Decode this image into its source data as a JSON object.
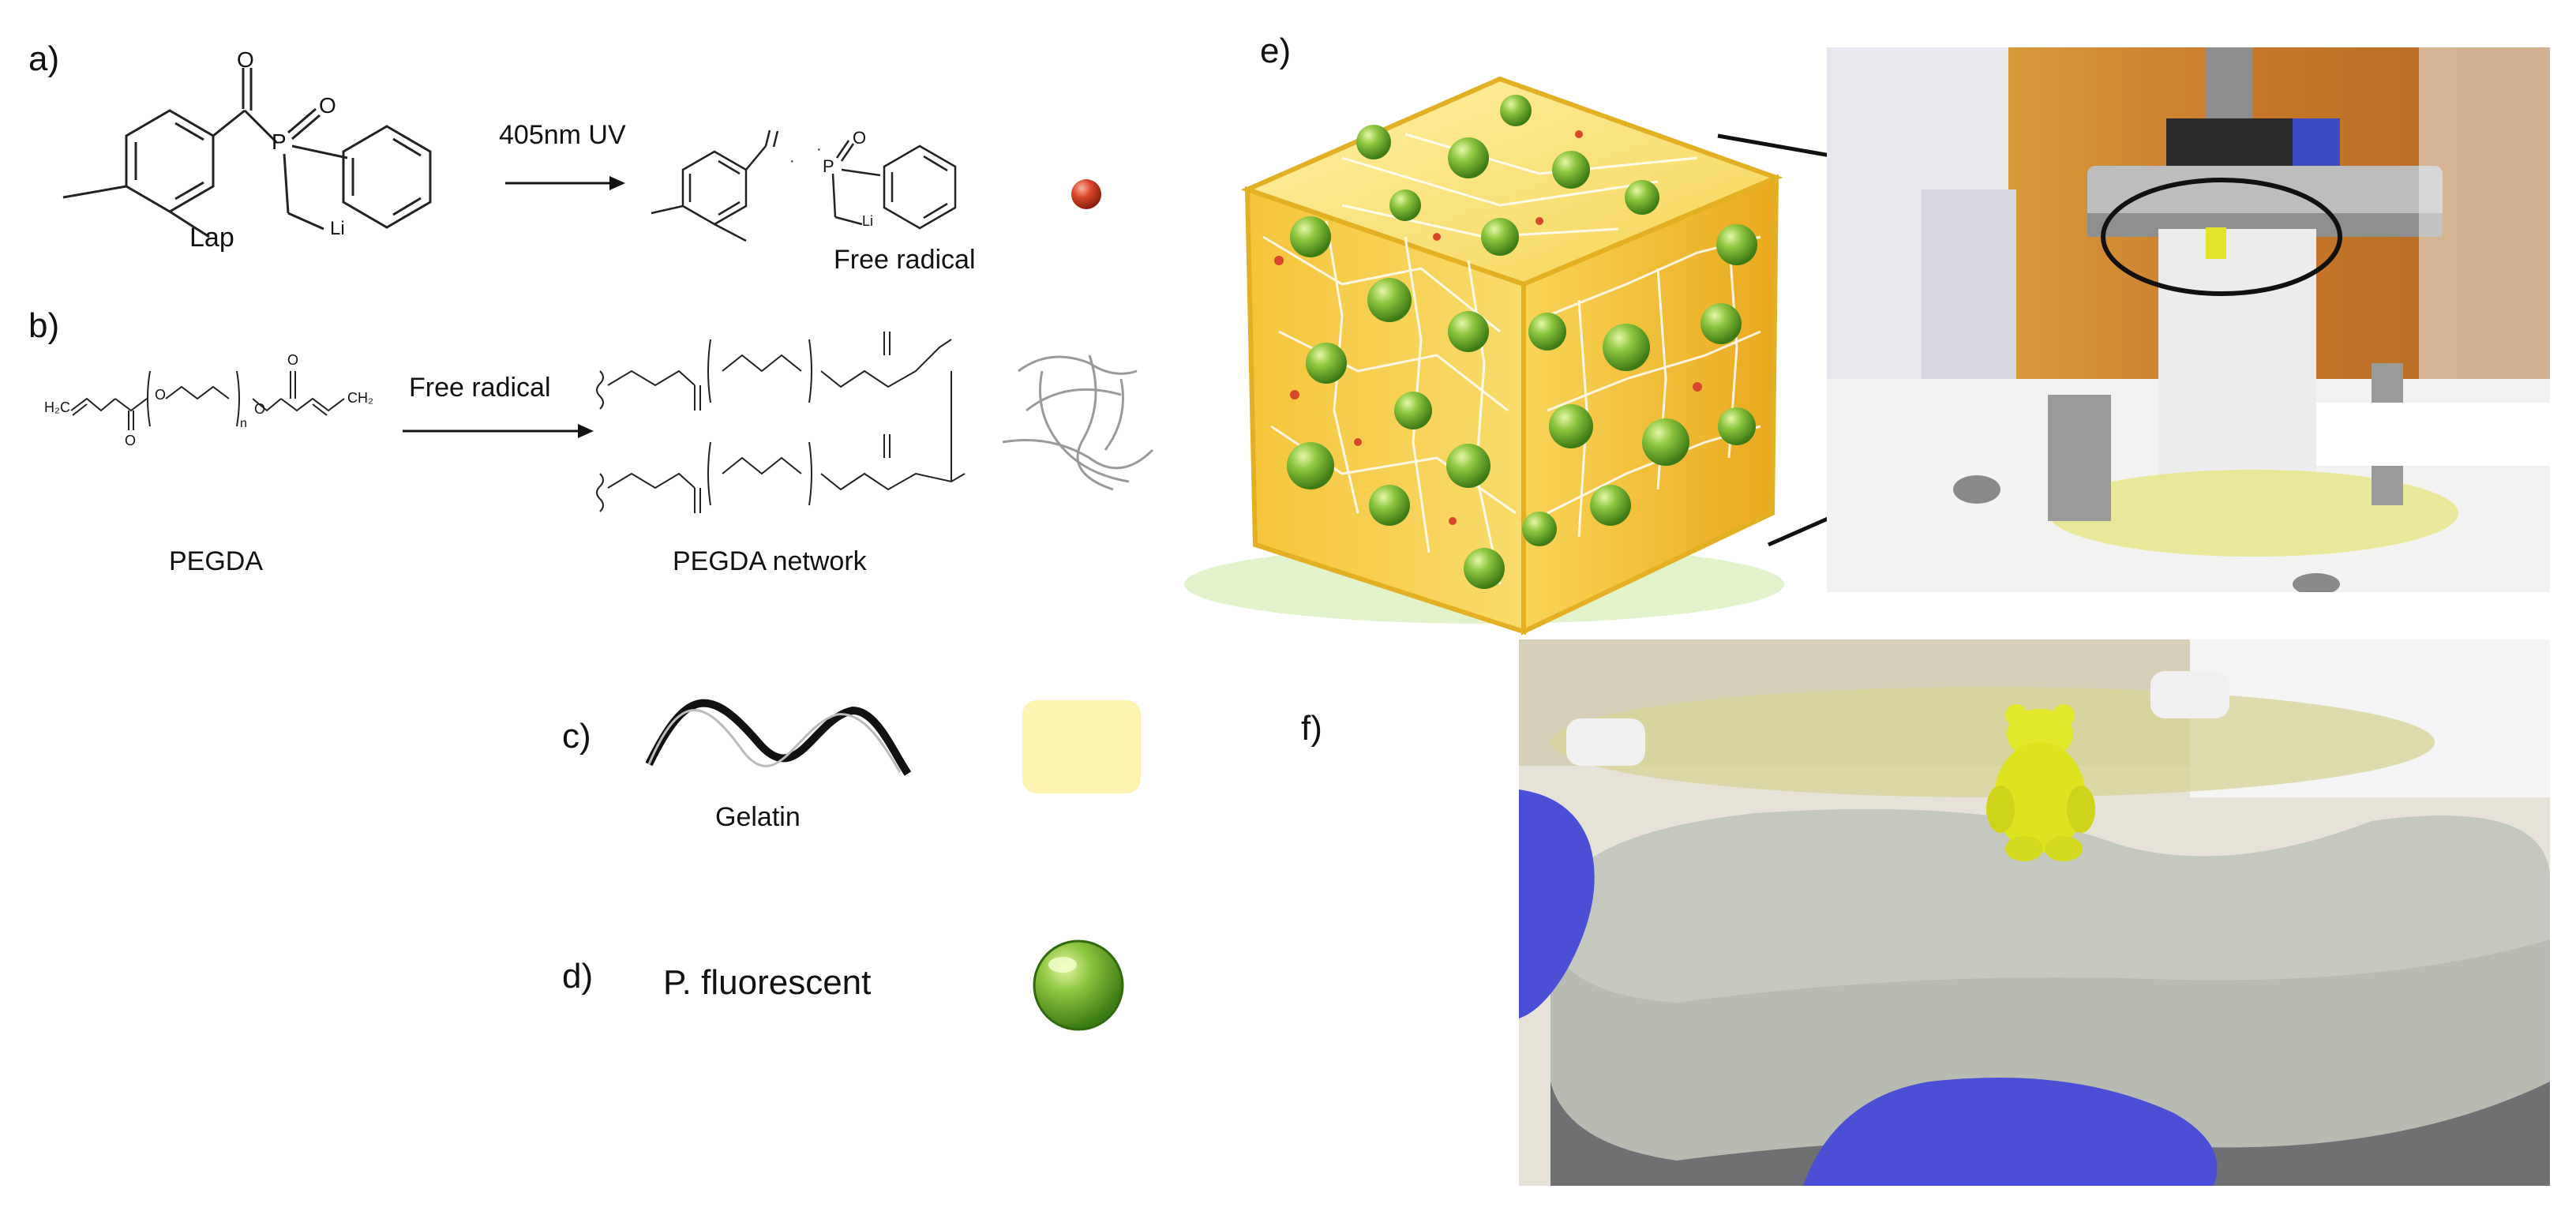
{
  "panels": {
    "a": {
      "label": "a)",
      "reactant_label": "Lap",
      "condition": "405nm UV",
      "product_label": "Free radical",
      "atoms": {
        "P": "P",
        "O": "O",
        "Li": "Li"
      }
    },
    "b": {
      "label": "b)",
      "reactant_label": "PEGDA",
      "condition": "Free radical",
      "product_label": "PEGDA network",
      "atoms": {
        "O": "O",
        "n": "n",
        "H2C": "H₂C",
        "CH2": "CH₂"
      }
    },
    "c": {
      "label": "c)",
      "item_label": "Gelatin",
      "swatch_color": "#fcf4b0"
    },
    "d": {
      "label": "d)",
      "item_label": "P. fluorescent",
      "swatch_color": "#7cc23a"
    },
    "e": {
      "label": "e)"
    },
    "f": {
      "label": "f)"
    }
  },
  "colors": {
    "radical": "#d9472b",
    "gel_yellow": "#f3cf3e",
    "bead_green": "#6aaa2a",
    "glove_blue": "#4a4fd6",
    "print_yellow": "#e4e82a"
  }
}
